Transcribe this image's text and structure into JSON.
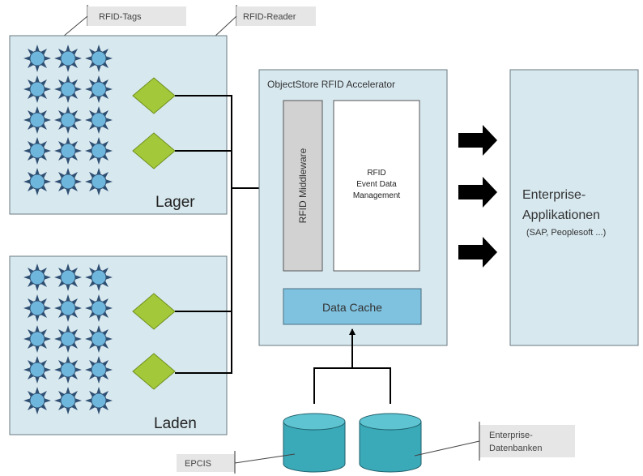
{
  "callouts": {
    "rfid_tags": "RFID-Tags",
    "rfid_reader": "RFID-Reader",
    "epcis": "EPCIS",
    "enterprise_db_line1": "Enterprise-",
    "enterprise_db_line2": "Datenbanken"
  },
  "zones": {
    "lager": "Lager",
    "laden": "Laden"
  },
  "accelerator": {
    "title": "ObjectStore RFID Accelerator",
    "middleware": "RFID Middleware",
    "event_line1": "RFID",
    "event_line2": "Event Data",
    "event_line3": "Management",
    "cache": "Data Cache"
  },
  "enterprise": {
    "line1": "Enterprise-",
    "line2": "Applikationen",
    "line3": "(SAP, Peoplesoft ...)"
  },
  "colors": {
    "panel_fill": "#d7e8ef",
    "tag_fill": "#6fb6dc",
    "tag_spike": "#2f4f72",
    "reader_fill": "#a3c93a",
    "cache_fill": "#7fc2e0",
    "db_fill": "#3aa9b8",
    "middleware_fill": "#d2d2d2",
    "callout_fill": "#e6e6e6",
    "line": "#000000"
  }
}
